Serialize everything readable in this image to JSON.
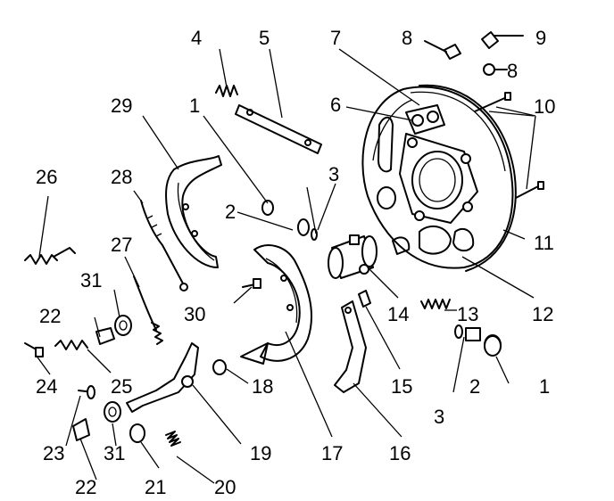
{
  "diagram": {
    "type": "exploded-parts-diagram",
    "callouts": [
      {
        "id": "c1-top",
        "label": "1"
      },
      {
        "id": "c1-right",
        "label": "1"
      },
      {
        "id": "c2-left",
        "label": "2"
      },
      {
        "id": "c2-right",
        "label": "2"
      },
      {
        "id": "c3-top",
        "label": "3"
      },
      {
        "id": "c3-bottom",
        "label": "3"
      },
      {
        "id": "c4",
        "label": "4"
      },
      {
        "id": "c5",
        "label": "5"
      },
      {
        "id": "c6",
        "label": "6"
      },
      {
        "id": "c7",
        "label": "7"
      },
      {
        "id": "c8-top",
        "label": "8"
      },
      {
        "id": "c8-mid",
        "label": "8"
      },
      {
        "id": "c9",
        "label": "9"
      },
      {
        "id": "c10",
        "label": "10"
      },
      {
        "id": "c11",
        "label": "11"
      },
      {
        "id": "c12",
        "label": "12"
      },
      {
        "id": "c13",
        "label": "13"
      },
      {
        "id": "c14",
        "label": "14"
      },
      {
        "id": "c15",
        "label": "15"
      },
      {
        "id": "c16",
        "label": "16"
      },
      {
        "id": "c17",
        "label": "17"
      },
      {
        "id": "c18",
        "label": "18"
      },
      {
        "id": "c19",
        "label": "19"
      },
      {
        "id": "c20",
        "label": "20"
      },
      {
        "id": "c21",
        "label": "21"
      },
      {
        "id": "c22-top",
        "label": "22"
      },
      {
        "id": "c22-bottom",
        "label": "22"
      },
      {
        "id": "c23",
        "label": "23"
      },
      {
        "id": "c24",
        "label": "24"
      },
      {
        "id": "c25",
        "label": "25"
      },
      {
        "id": "c26",
        "label": "26"
      },
      {
        "id": "c27",
        "label": "27"
      },
      {
        "id": "c28",
        "label": "28"
      },
      {
        "id": "c29",
        "label": "29"
      },
      {
        "id": "c30",
        "label": "30"
      },
      {
        "id": "c31-top",
        "label": "31"
      },
      {
        "id": "c31-bottom",
        "label": "31"
      }
    ]
  }
}
